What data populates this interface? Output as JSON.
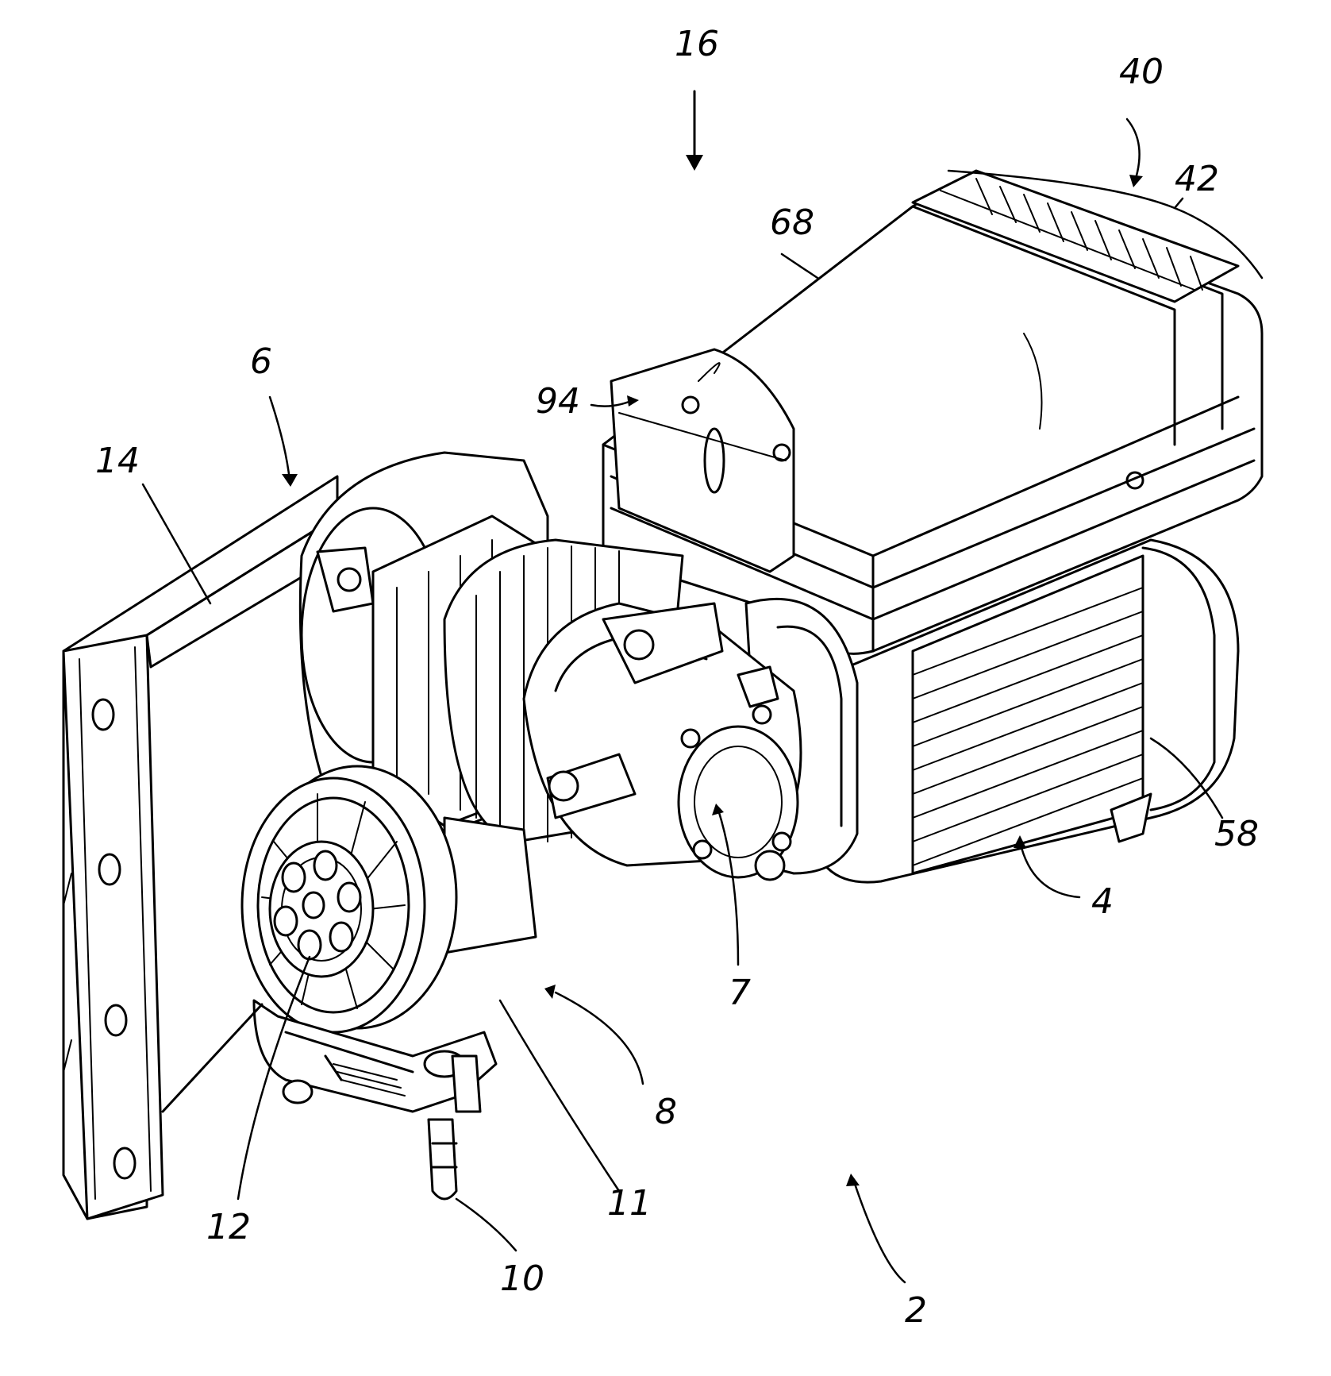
{
  "reference_labels": {
    "assembly": "2",
    "motor": "4",
    "mount_bracket": "6",
    "brake_unit": "7",
    "gearbox": "8",
    "chain": "10",
    "sprocket_wheel": "11",
    "sprocket_hub": "12",
    "mount_plate": "14",
    "view_direction": "16",
    "control_box": "40",
    "heat_sink": "42",
    "end_cap": "58",
    "cover": "68",
    "cover_tab": "94"
  }
}
